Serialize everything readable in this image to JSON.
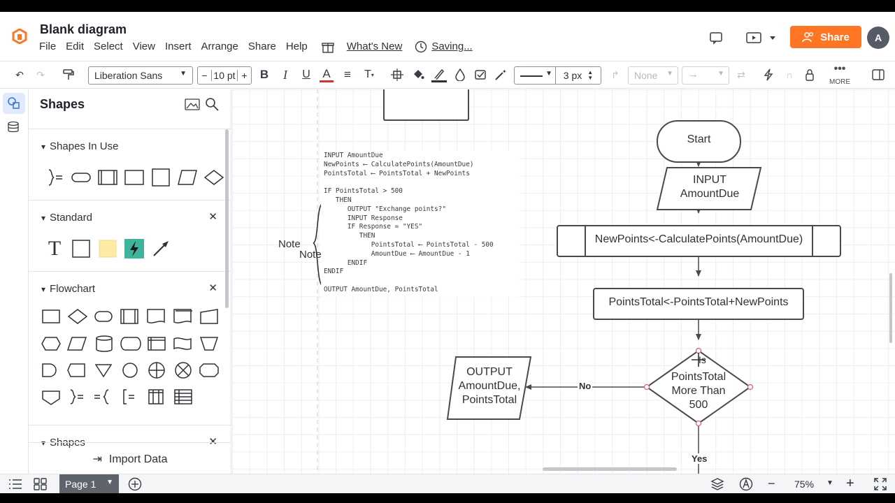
{
  "header": {
    "title": "Blank diagram",
    "menu": [
      "File",
      "Edit",
      "Select",
      "View",
      "Insert",
      "Arrange",
      "Share",
      "Help"
    ],
    "whats_new": "What's New",
    "saving": "Saving...",
    "share_label": "Share",
    "avatar_initial": "A",
    "brand_color": "#fe7624"
  },
  "toolbar": {
    "font": "Liberation Sans",
    "font_size": "10 pt",
    "line_width": "3 px",
    "endpoint": "None",
    "more_label": "MORE"
  },
  "panel": {
    "title": "Shapes",
    "sections": {
      "in_use": "Shapes In Use",
      "standard": "Standard",
      "flowchart": "Flowchart",
      "shapes": "Shapes"
    },
    "import_label": "Import Data"
  },
  "footer": {
    "page_label": "Page 1",
    "zoom": "75%"
  },
  "canvas": {
    "note_label_1": "Note",
    "note_label_2": "Note",
    "code_lines": [
      "INPUT AmountDue",
      "NewPoints ⟵ CalculatePoints(AmountDue)",
      "PointsTotal ⟵ PointsTotal + NewPoints",
      "",
      "IF PointsTotal > 500",
      "   THEN",
      "      OUTPUT \"Exchange points?\"",
      "      INPUT Response",
      "      IF Response = \"YES\"",
      "         THEN",
      "            PointsTotal ⟵ PointsTotal - 500",
      "            AmountDue ⟵ AmountDue - 1",
      "      ENDIF",
      "ENDIF",
      "",
      "OUTPUT AmountDue, PointsTotal"
    ],
    "flow": {
      "start": "Start",
      "input_line1": "INPUT",
      "input_line2": "AmountDue",
      "process": "NewPoints<-CalculatePoints(AmountDue)",
      "assign": "PointsTotal<-PointsTotal+NewPoints",
      "decision_line0": "Is",
      "decision_line1": "PointsTotal",
      "decision_line2": "More Than",
      "decision_line3": "500",
      "output_line1": "OUTPUT",
      "output_line2": "AmountDue,",
      "output_line3": "PointsTotal",
      "no_label": "No",
      "yes_label": "Yes"
    }
  }
}
